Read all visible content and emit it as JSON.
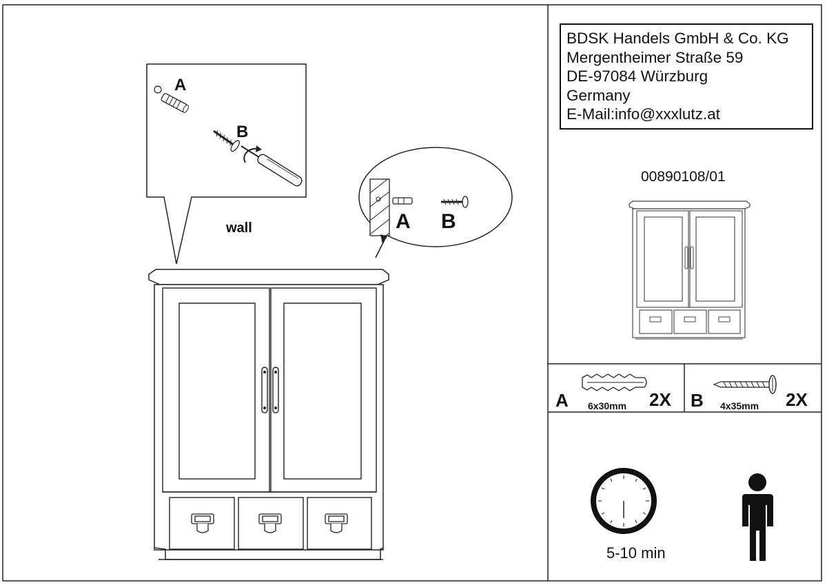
{
  "company": {
    "lines": [
      "BDSK Handels GmbH & Co. KG",
      "Mergentheimer Straße 59",
      "DE-97084 Würzburg",
      "Germany",
      "E-Mail:info@xxxlutz.at"
    ]
  },
  "article_number": "00890108/01",
  "callout": {
    "label_a": "A",
    "label_b": "B",
    "wall_label": "wall"
  },
  "detail": {
    "label_a": "A",
    "label_b": "B"
  },
  "parts": [
    {
      "letter": "A",
      "size": "6x30mm",
      "qty": "2X",
      "icon": "wall-plug-icon"
    },
    {
      "letter": "B",
      "size": "4x35mm",
      "qty": "2X",
      "icon": "screw-icon"
    }
  ],
  "assembly_time": "5-10 min",
  "persons_icon": "person-icon",
  "clock_icon": "clock-icon"
}
